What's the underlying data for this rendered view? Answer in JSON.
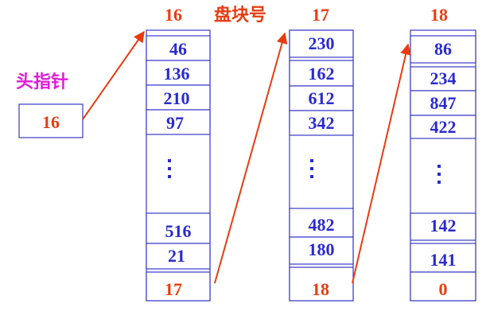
{
  "header": {
    "block16": "16",
    "block_label": "盘块号",
    "block17": "17",
    "block18": "18"
  },
  "head_pointer": {
    "label": "头指针",
    "value": "16"
  },
  "blocks": [
    {
      "id": "16",
      "top_values": [
        "46",
        "136",
        "210",
        "97"
      ],
      "bottom_values": [
        "516",
        "21"
      ],
      "next": "17"
    },
    {
      "id": "17",
      "top_values": [
        "230",
        "162",
        "612",
        "342"
      ],
      "bottom_values": [
        "482",
        "180"
      ],
      "next": "18"
    },
    {
      "id": "18",
      "top_values": [
        "86",
        "234",
        "847",
        "422"
      ],
      "bottom_values": [
        "142",
        "141"
      ],
      "next": "0"
    }
  ],
  "colors": {
    "blue": "#2a2ad0",
    "red": "#e83c10",
    "magenta": "#e01ad8",
    "border": "#3a3ac8"
  }
}
